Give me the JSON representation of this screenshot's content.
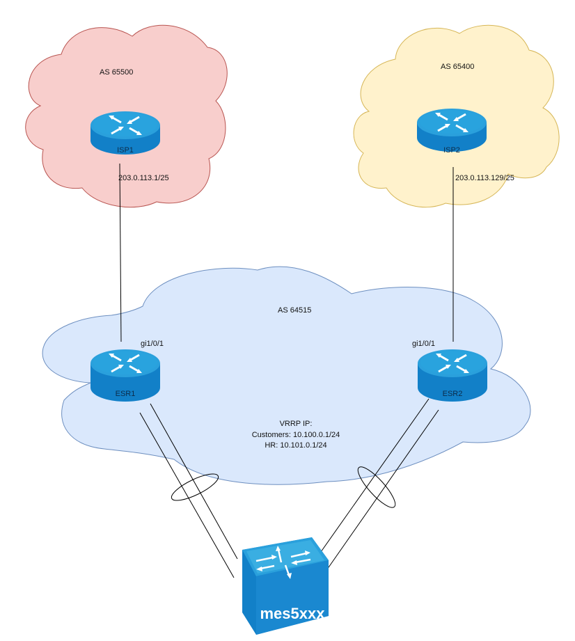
{
  "colors": {
    "isp1_cloud_fill": "#f8cecc",
    "isp1_cloud_stroke": "#b85450",
    "isp2_cloud_fill": "#fff2cc",
    "isp2_cloud_stroke": "#d6b656",
    "core_cloud_fill": "#dae8fc",
    "core_cloud_stroke": "#6c8ebf",
    "device_top": "#2aa0dc",
    "device_side": "#1280c8"
  },
  "clouds": {
    "isp1": {
      "label": "AS 65500"
    },
    "isp2": {
      "label": "AS 65400"
    },
    "core": {
      "label": "AS 64515"
    }
  },
  "routers": {
    "isp1": {
      "name": "ISP1",
      "ip": "203.0.113.1/25"
    },
    "isp2": {
      "name": "ISP2",
      "ip": "203.0.113.129/25"
    },
    "esr1": {
      "name": "ESR1",
      "interface": "gi1/0/1"
    },
    "esr2": {
      "name": "ESR2",
      "interface": "gi1/0/1"
    }
  },
  "switch": {
    "name": "mes5xxx"
  },
  "vrrp": {
    "title": "VRRP IP:",
    "lines": [
      "Customers: 10.100.0.1/24",
      "HR: 10.101.0.1/24"
    ]
  },
  "links": [
    {
      "from": "ISP1",
      "to": "ESR1",
      "type": "single"
    },
    {
      "from": "ISP2",
      "to": "ESR2",
      "type": "single"
    },
    {
      "from": "ESR1",
      "to": "mes5xxx",
      "type": "lag"
    },
    {
      "from": "ESR2",
      "to": "mes5xxx",
      "type": "lag"
    }
  ]
}
